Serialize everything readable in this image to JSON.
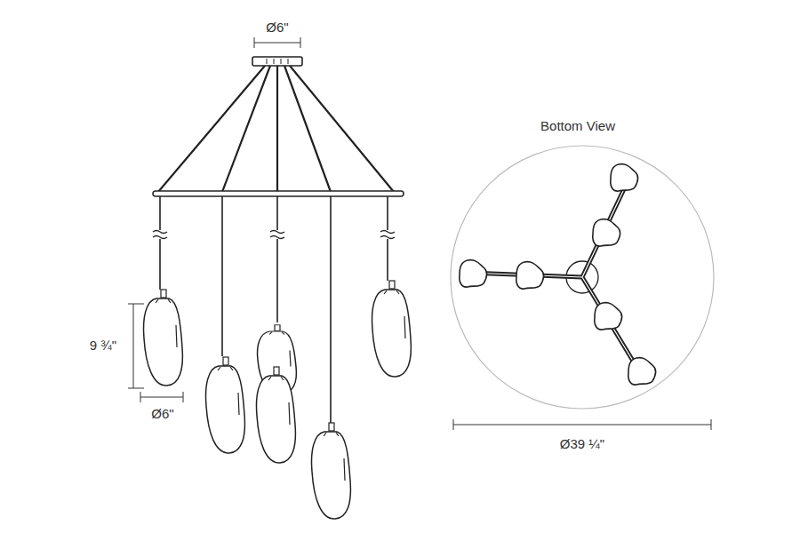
{
  "diagram": {
    "labels": [
      "Ø6\"",
      "Bottom View",
      "9 ¾\"",
      "Ø6\"",
      "Ø39 ¼\""
    ]
  }
}
